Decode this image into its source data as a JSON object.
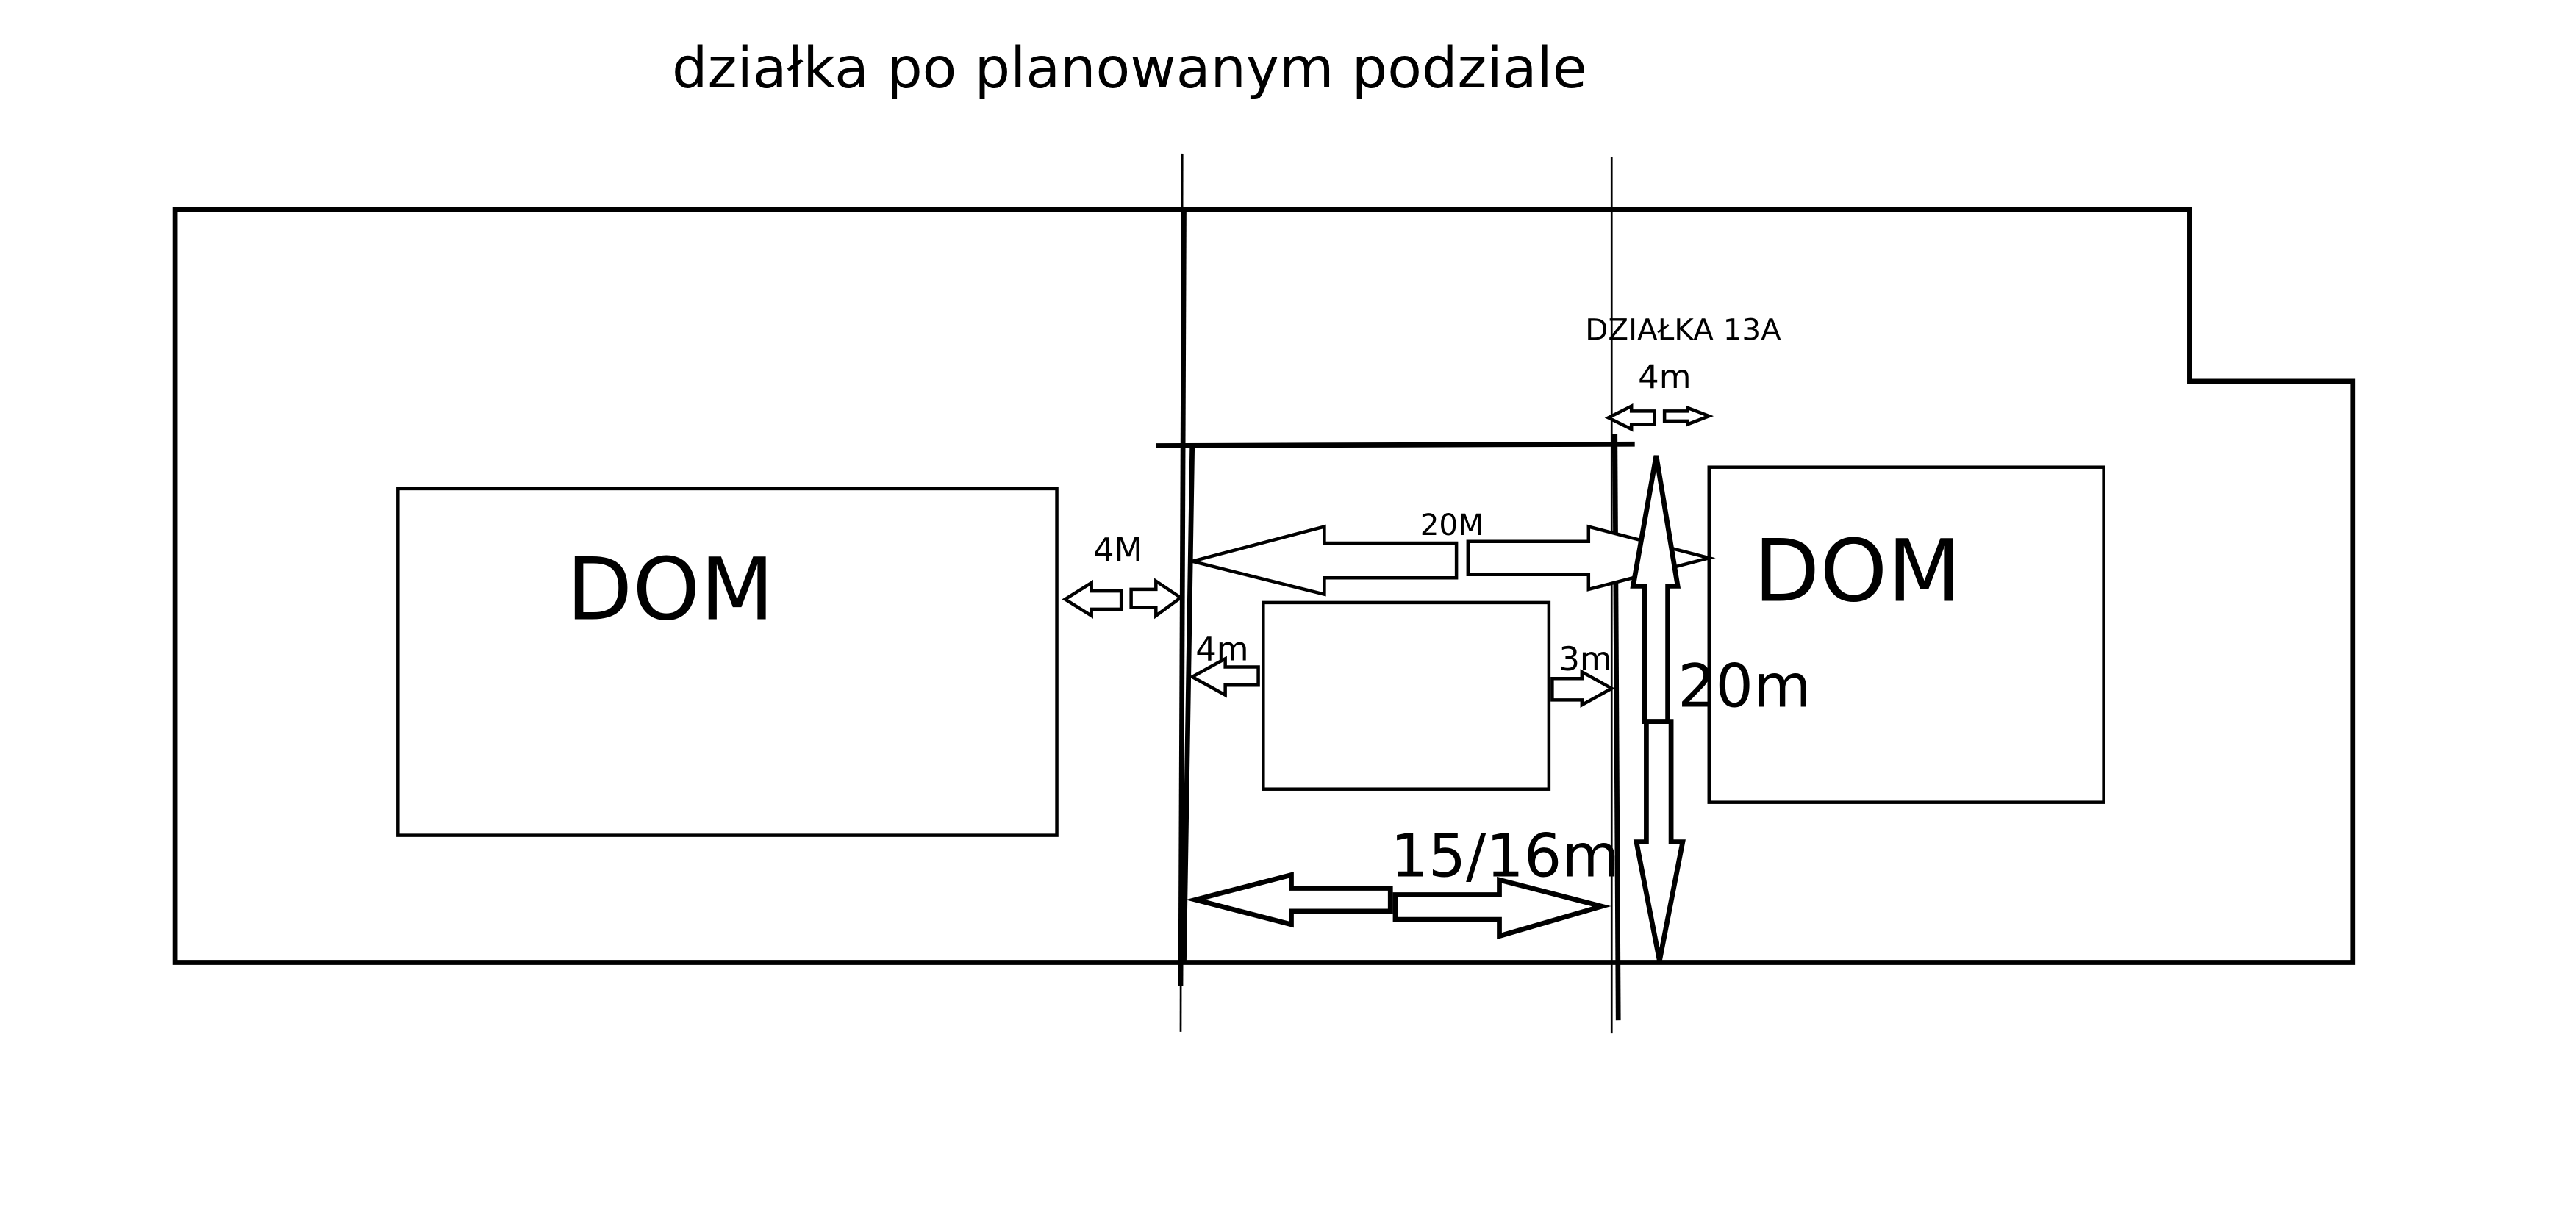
{
  "title": "działka po planowanym podziale",
  "labels": {
    "house_left": "DOM",
    "house_right": "DOM",
    "plot_name": "DZIAŁKA 13A",
    "top_gap": "4m",
    "left_gap": "4M",
    "width_top": "20M",
    "inner_left": "4m",
    "inner_right": "3m",
    "depth": "20m",
    "width_bottom": "15/16m"
  }
}
